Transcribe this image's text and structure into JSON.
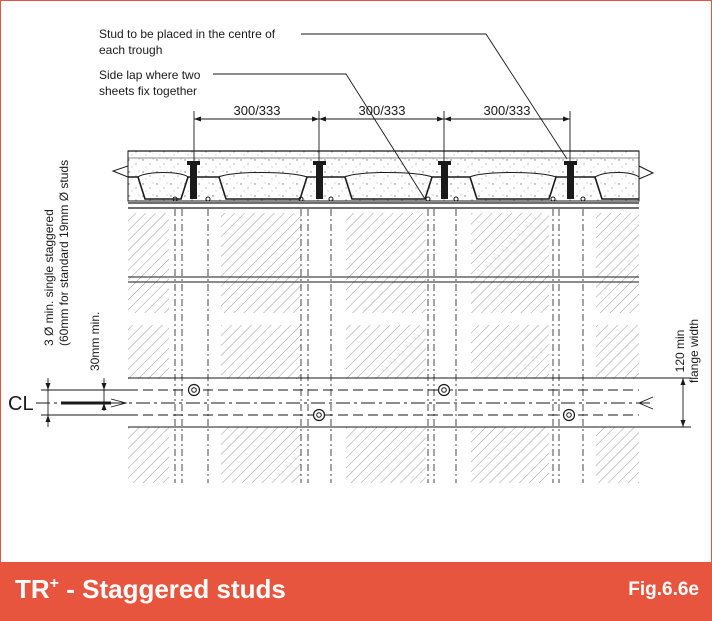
{
  "annotations": {
    "stud_note_line1": "Stud to be placed in the centre of",
    "stud_note_line2": "each trough",
    "lap_note_line1": "Side lap where two",
    "lap_note_line2": "sheets fix together"
  },
  "dimensions": {
    "spacing_1": "300/333",
    "spacing_2": "300/333",
    "spacing_3": "300/333",
    "stagger_line1": "3 Ø min. single staggered",
    "stagger_line2": "(60mm for standard 19mm Ø studs",
    "edge_min": "30mm min.",
    "flange_line1": "120 min",
    "flange_line2": "flange width",
    "centreline": "CL"
  },
  "footer": {
    "title_prefix": "TR",
    "title_sup": "+",
    "title_suffix": " - Staggered studs",
    "figure_ref": "Fig.6.6e"
  },
  "colors": {
    "accent": "#e8553f",
    "line": "#1a1a1a",
    "hatch": "#9a9a9a",
    "footer_text": "#ffffff"
  }
}
